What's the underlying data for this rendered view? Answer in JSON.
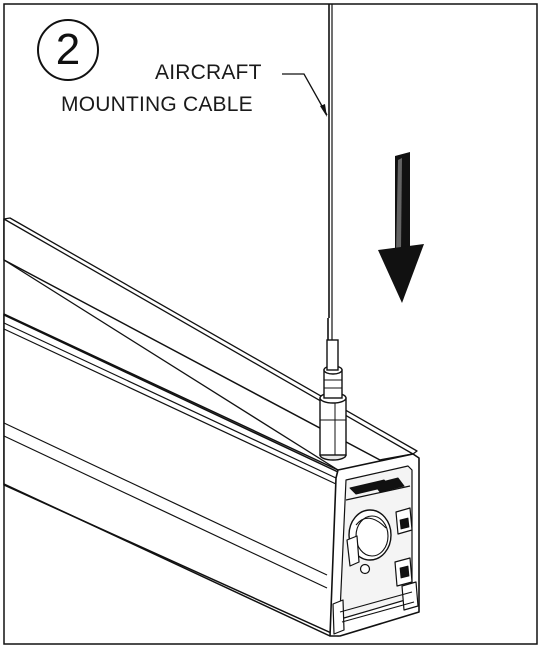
{
  "step": {
    "number": "2"
  },
  "callout": {
    "line1": "AIRCRAFT",
    "line2": "MOUNTING CABLE"
  },
  "colors": {
    "stroke": "#111111",
    "background": "#ffffff",
    "face_fill": "#f4f4f4"
  },
  "icons": {
    "direction": "down-arrow-icon"
  }
}
